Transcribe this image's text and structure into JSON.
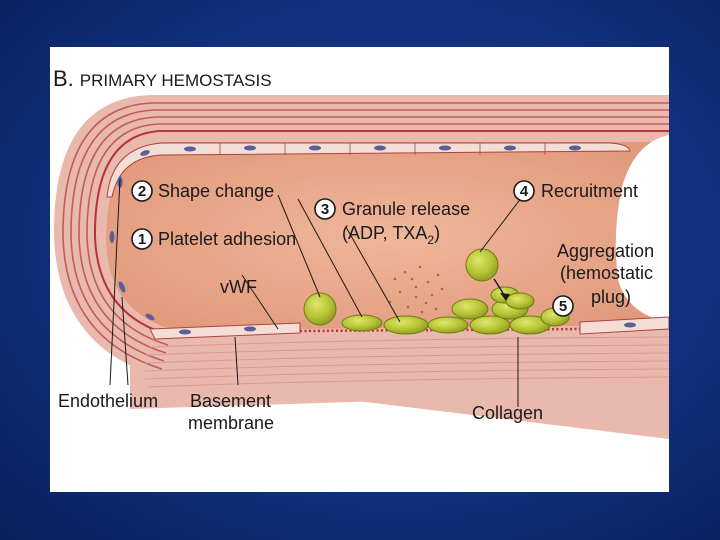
{
  "title": {
    "letter": "B.",
    "text": "PRIMARY HEMOSTASIS"
  },
  "steps": [
    {
      "number": "1",
      "label": "Platelet adhesion"
    },
    {
      "number": "2",
      "label": "Shape change"
    },
    {
      "number": "3",
      "label": "Granule release",
      "label_line2": "(ADP, TXA",
      "label_line2_sub": "2",
      "label_line2_end": ")"
    },
    {
      "number": "4",
      "label": "Recruitment"
    },
    {
      "number": "5",
      "label": "Aggregation",
      "label_line2": "(hemostatic",
      "label_line3": "plug)"
    }
  ],
  "labels": {
    "vwf": "vWF",
    "endothelium": "Endothelium",
    "basement_line1": "Basement",
    "basement_line2": "membrane",
    "collagen": "Collagen"
  },
  "colors": {
    "lumen": "#e6a488",
    "wall_pink": "#e8b6aa",
    "wall_stripe": "#c0505a",
    "endothelial_cell": "#f3ddd6",
    "nucleus": "#5a5f9a",
    "platelet": "#b5c23a",
    "platelet_dark": "#7e8a1c",
    "vwf_dots": "#c0302a",
    "background": "#12338a"
  }
}
